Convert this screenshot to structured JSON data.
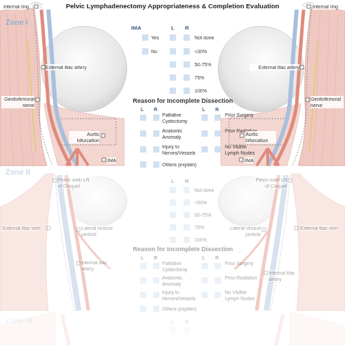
{
  "diagram": {
    "title": "Pelvic Lymphadenectomy Appropriateness & Completion Evaluation",
    "labels": [
      "Zone I",
      "Internal ring",
      "External iliac artery",
      "Genitofemoral nerve",
      "Aortic bifurcation",
      "IMA",
      "IMA",
      "L",
      "R",
      "Yes",
      "No",
      "Not done",
      "<30%",
      "50-75%",
      "75%",
      "100%",
      "Reason for Incomplete Dissection",
      "L",
      "R",
      "L",
      "R",
      "Palliative Cystectomy",
      "Prior Surgery",
      "Anatomic Anomaly",
      "Prior Radiation",
      "Injury to Nerves/Vessels",
      "No Visible Lymph Nodes",
      "Others (explain)",
      "Internal ring",
      "External iliac artery",
      "Genitofemoral nerve",
      "Aortic bifurcation",
      "IMA",
      "Zone II",
      "Pelvic wall/ LN of Cloquet",
      "External iliac vein",
      "Lateral vesical pedicle",
      "Internal iliac artery",
      "L",
      "R",
      "Not done",
      "<50%",
      "50-75%",
      "75%",
      "100%",
      "Reason for Incomplete Dissection",
      "L",
      "R",
      "L",
      "R",
      "Palliative Cystectomy",
      "Prior Surgery",
      "Anatomic Anomaly",
      "Prior Radiation",
      "Injury to Nerves/Vessels",
      "No Visible Lymph Nodes",
      "Others (explain)",
      "Pelvic wall/ LN of Cloquet",
      "External iliac vein",
      "Lateral vesical pedicle",
      "Internal iliac artery",
      "Zone III",
      "L",
      "R"
    ]
  }
}
